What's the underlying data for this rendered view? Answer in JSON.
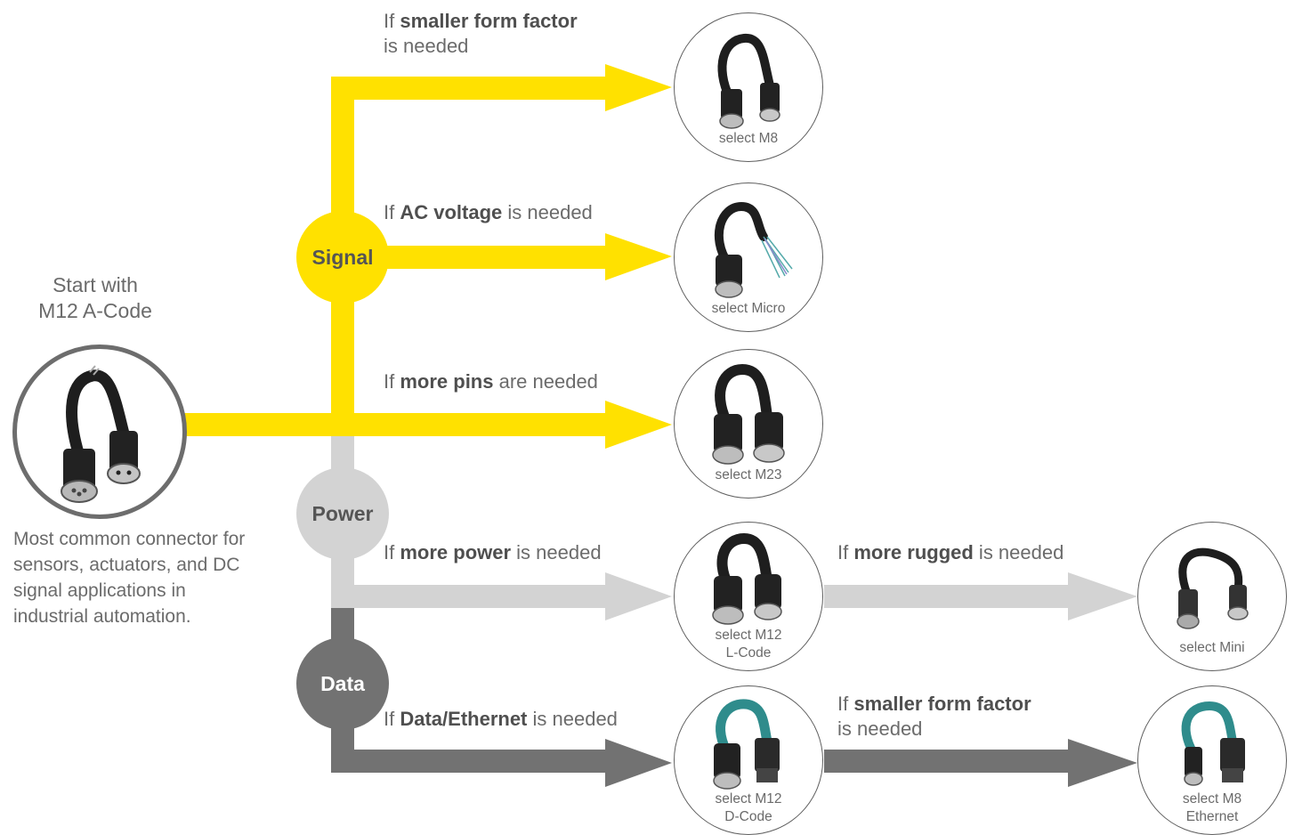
{
  "colors": {
    "signal": "#FFE100",
    "power": "#D3D3D3",
    "data": "#727272",
    "teal": "#2f8c8c"
  },
  "start": {
    "title_line1": "Start with",
    "title_line2": "M12 A-Code",
    "description": "Most common connector for sensors, actuators, and DC signal applications in industrial automation."
  },
  "categories": {
    "signal": "Signal",
    "power": "Power",
    "data": "Data"
  },
  "branches": {
    "m8": {
      "prefix": "If ",
      "bold": "smaller form factor",
      "suffix": "is needed"
    },
    "micro": {
      "prefix": "If ",
      "bold": "AC voltage",
      "suffix": " is needed"
    },
    "m23": {
      "prefix": "If ",
      "bold": "more pins",
      "suffix": " are needed"
    },
    "m12l": {
      "prefix": "If ",
      "bold": "more power",
      "suffix": " is needed"
    },
    "mini": {
      "prefix": "If ",
      "bold": "more rugged",
      "suffix": " is needed"
    },
    "m12d": {
      "prefix": "If ",
      "bold": "Data/Ethernet",
      "suffix": " is needed"
    },
    "m8eth": {
      "prefix": "If ",
      "bold": "smaller form factor",
      "suffix": "is needed"
    }
  },
  "connectors": {
    "m8": {
      "label": "select M8"
    },
    "micro": {
      "label": "select Micro"
    },
    "m23": {
      "label": "select M23"
    },
    "m12l": {
      "label_line1": "select M12",
      "label_line2": "L-Code"
    },
    "mini": {
      "label": "select Mini"
    },
    "m12d": {
      "label_line1": "select M12",
      "label_line2": "D-Code"
    },
    "m8eth": {
      "label_line1": "select M8",
      "label_line2": "Ethernet"
    }
  }
}
